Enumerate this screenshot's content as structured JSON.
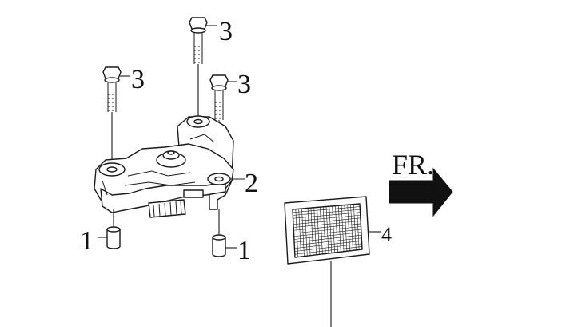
{
  "callouts": {
    "c1_left": "1",
    "c1_right": "1",
    "c2": "2",
    "c3_top": "3",
    "c3_left": "3",
    "c3_right": "3",
    "c4": "4"
  },
  "direction_label": "FR.",
  "colors": {
    "ink": "#1a1a1a",
    "background": "#ffffff"
  }
}
